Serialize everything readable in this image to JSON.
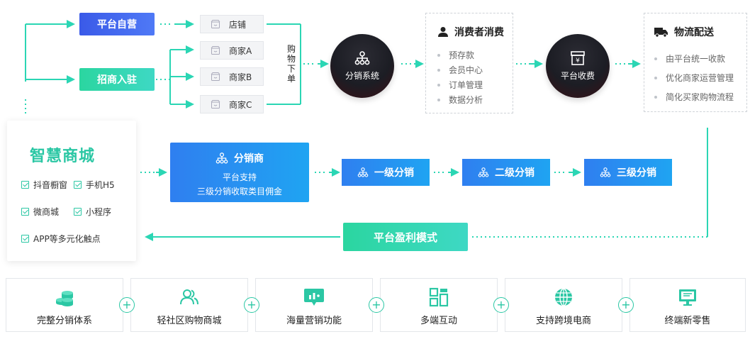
{
  "top": {
    "platform_self": "平台自营",
    "merchant_join": "招商入驻",
    "stores": [
      "店铺",
      "商家A",
      "商家B",
      "商家C"
    ],
    "order_vertical": [
      "购",
      "物",
      "下",
      "单"
    ],
    "distribution_system": "分销系统",
    "platform_charge": "平台收费",
    "consumer": {
      "title": "消费者消费",
      "items": [
        "预存款",
        "会员中心",
        "订单管理",
        "数据分析"
      ]
    },
    "logistics": {
      "title": "物流配送",
      "items": [
        "由平台统一收款",
        "优化商家运营管理",
        "简化买家购物流程"
      ]
    }
  },
  "mall": {
    "title": "智慧商城",
    "channels": [
      "抖音橱窗",
      "手机H5",
      "微商城",
      "小程序",
      "APP等多元化触点"
    ]
  },
  "distributor": {
    "title": "分销商",
    "line1": "平台支持",
    "line2": "三级分销收取类目佣金"
  },
  "levels": [
    "一级分销",
    "二级分销",
    "三级分销"
  ],
  "profit_model": "平台盈利模式",
  "features": [
    "完整分销体系",
    "轻社区购物商城",
    "海量营销功能",
    "多端互动",
    "支持跨境电商",
    "终端新零售"
  ],
  "plus_sign": "+",
  "colors": {
    "accent_green": "#2bc7a4",
    "accent_blue": "#2f7ff0",
    "dark_circle": "#1c1d24"
  }
}
